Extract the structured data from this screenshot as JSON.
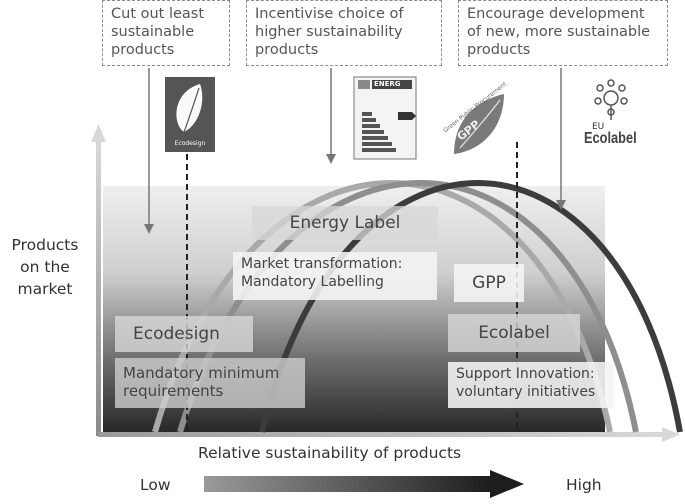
{
  "callouts": {
    "left": "Cut out least sustainable products",
    "middle": "Incentivise choice of higher sustainability products",
    "right": "Encourage development of new, more sustainable products"
  },
  "labels": {
    "energy_label": "Energy Label",
    "market_transformation": "Market transformation: Mandatory Labelling",
    "gpp": "GPP",
    "ecodesign": "Ecodesign",
    "ecolabel": "Ecolabel",
    "mandatory_minimum": "Mandatory minimum requirements",
    "support_innovation": "Support Innovation: voluntary initiatives"
  },
  "axes": {
    "y_label": "Products on the market",
    "x_label": "Relative sustainability of products",
    "low": "Low",
    "high": "High"
  },
  "logos": {
    "ecodesign": "Ecodesign",
    "energy": "ENERG",
    "gpp": "GPP",
    "gpp_ring": "Green Public Procurement",
    "ecolabel_eu": "EU",
    "ecolabel": "Ecolabel"
  },
  "icons": [
    "leaf-icon",
    "energy-label-icon",
    "gpp-leaf-icon",
    "ecolabel-flower-icon",
    "arrow-right-icon"
  ],
  "colors": {
    "curve_light": "#9a9a9a",
    "curve_mid": "#7a7a7a",
    "curve_dark": "#3a3a3a",
    "band_top": "#eaeaea",
    "band_bottom": "#2a2a2a"
  }
}
